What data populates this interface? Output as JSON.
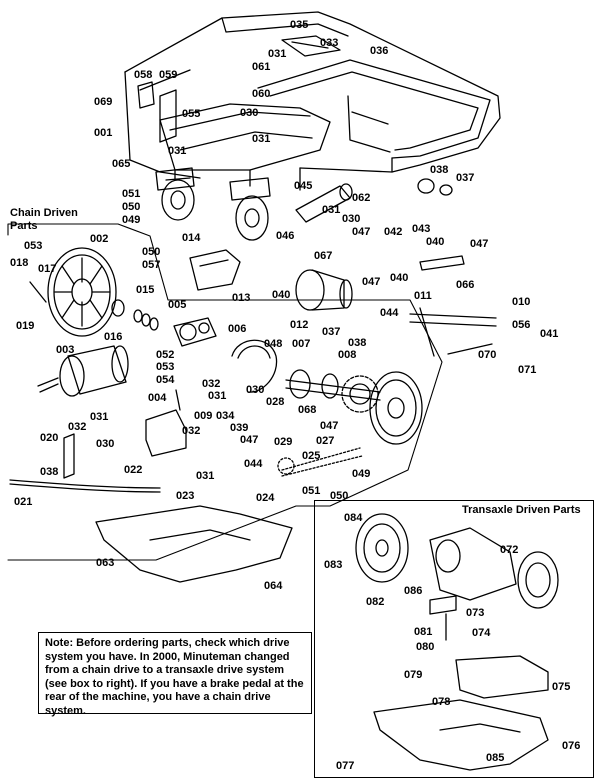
{
  "sections": {
    "chain_title": "Chain Driven Parts",
    "transaxle_title": "Transaxle Driven Parts"
  },
  "note": "Note:  Before ordering parts, check which drive system you have.  In 2000, Minuteman changed from a chain drive to a transaxle drive system (see box to right).  If you have a brake pedal at the rear of the machine, you have a chain drive system.",
  "part_labels": [
    {
      "id": "035",
      "pos": "p035"
    },
    {
      "id": "033",
      "pos": "p033"
    },
    {
      "id": "036",
      "pos": "p036"
    },
    {
      "id": "031",
      "pos": "p031a"
    },
    {
      "id": "061",
      "pos": "p061"
    },
    {
      "id": "058",
      "pos": "p058"
    },
    {
      "id": "059",
      "pos": "p059"
    },
    {
      "id": "069",
      "pos": "p069"
    },
    {
      "id": "060",
      "pos": "p060"
    },
    {
      "id": "055",
      "pos": "p055"
    },
    {
      "id": "030",
      "pos": "p030a"
    },
    {
      "id": "001",
      "pos": "p001"
    },
    {
      "id": "031",
      "pos": "p031b"
    },
    {
      "id": "031",
      "pos": "p031c"
    },
    {
      "id": "065",
      "pos": "p065"
    },
    {
      "id": "038",
      "pos": "p038a"
    },
    {
      "id": "037",
      "pos": "p037a"
    },
    {
      "id": "045",
      "pos": "p045"
    },
    {
      "id": "051",
      "pos": "p051a"
    },
    {
      "id": "050",
      "pos": "p050a"
    },
    {
      "id": "049",
      "pos": "p049a"
    },
    {
      "id": "062",
      "pos": "p062"
    },
    {
      "id": "031",
      "pos": "p031d"
    },
    {
      "id": "030",
      "pos": "p030b"
    },
    {
      "id": "047",
      "pos": "p047a"
    },
    {
      "id": "042",
      "pos": "p042"
    },
    {
      "id": "043",
      "pos": "p043"
    },
    {
      "id": "040",
      "pos": "p040a"
    },
    {
      "id": "047",
      "pos": "p047b"
    },
    {
      "id": "046",
      "pos": "p046"
    },
    {
      "id": "014",
      "pos": "p014"
    },
    {
      "id": "053",
      "pos": "p053a"
    },
    {
      "id": "002",
      "pos": "p002"
    },
    {
      "id": "018",
      "pos": "p018"
    },
    {
      "id": "017",
      "pos": "p017"
    },
    {
      "id": "050",
      "pos": "p050b"
    },
    {
      "id": "057",
      "pos": "p057"
    },
    {
      "id": "067",
      "pos": "p067"
    },
    {
      "id": "040",
      "pos": "p040b"
    },
    {
      "id": "066",
      "pos": "p066"
    },
    {
      "id": "047",
      "pos": "p047c"
    },
    {
      "id": "011",
      "pos": "p011"
    },
    {
      "id": "015",
      "pos": "p015"
    },
    {
      "id": "013",
      "pos": "p013"
    },
    {
      "id": "040",
      "pos": "p040c"
    },
    {
      "id": "019",
      "pos": "p019"
    },
    {
      "id": "016",
      "pos": "p016"
    },
    {
      "id": "005",
      "pos": "p005"
    },
    {
      "id": "044",
      "pos": "p044"
    },
    {
      "id": "010",
      "pos": "p010"
    },
    {
      "id": "012",
      "pos": "p012"
    },
    {
      "id": "037",
      "pos": "p037b"
    },
    {
      "id": "056",
      "pos": "p056"
    },
    {
      "id": "041",
      "pos": "p041"
    },
    {
      "id": "006",
      "pos": "p006"
    },
    {
      "id": "038",
      "pos": "p038b"
    },
    {
      "id": "003",
      "pos": "p003"
    },
    {
      "id": "048",
      "pos": "p048"
    },
    {
      "id": "007",
      "pos": "p007"
    },
    {
      "id": "070",
      "pos": "p070"
    },
    {
      "id": "052",
      "pos": "p052"
    },
    {
      "id": "008",
      "pos": "p008"
    },
    {
      "id": "071",
      "pos": "p071"
    },
    {
      "id": "053",
      "pos": "p053b"
    },
    {
      "id": "054",
      "pos": "p054"
    },
    {
      "id": "032",
      "pos": "p032a"
    },
    {
      "id": "030",
      "pos": "p030c"
    },
    {
      "id": "004",
      "pos": "p004"
    },
    {
      "id": "031",
      "pos": "p031e"
    },
    {
      "id": "028",
      "pos": "p028"
    },
    {
      "id": "009",
      "pos": "p009"
    },
    {
      "id": "034",
      "pos": "p034"
    },
    {
      "id": "068",
      "pos": "p068"
    },
    {
      "id": "039",
      "pos": "p039"
    },
    {
      "id": "047",
      "pos": "p047d"
    },
    {
      "id": "032",
      "pos": "p032b"
    },
    {
      "id": "031",
      "pos": "p031f"
    },
    {
      "id": "047",
      "pos": "p047e"
    },
    {
      "id": "027",
      "pos": "p027"
    },
    {
      "id": "029",
      "pos": "p029"
    },
    {
      "id": "020",
      "pos": "p020"
    },
    {
      "id": "030",
      "pos": "p030d"
    },
    {
      "id": "025",
      "pos": "p025"
    },
    {
      "id": "032",
      "pos": "p032c"
    },
    {
      "id": "030",
      "pos": "p030e"
    },
    {
      "id": "038",
      "pos": "p038c"
    },
    {
      "id": "022",
      "pos": "p022"
    },
    {
      "id": "031",
      "pos": "p031g"
    },
    {
      "id": "044",
      "pos": "p044b"
    },
    {
      "id": "049",
      "pos": "p049b"
    },
    {
      "id": "023",
      "pos": "p023"
    },
    {
      "id": "024",
      "pos": "p024"
    },
    {
      "id": "051",
      "pos": "p051b"
    },
    {
      "id": "050",
      "pos": "p050c"
    },
    {
      "id": "021",
      "pos": "p021"
    },
    {
      "id": "063",
      "pos": "p063"
    },
    {
      "id": "064",
      "pos": "p064"
    },
    {
      "id": "084",
      "pos": "p084"
    },
    {
      "id": "083",
      "pos": "p083"
    },
    {
      "id": "072",
      "pos": "p072"
    },
    {
      "id": "086",
      "pos": "p086"
    },
    {
      "id": "082",
      "pos": "p082"
    },
    {
      "id": "073",
      "pos": "p073"
    },
    {
      "id": "081",
      "pos": "p081"
    },
    {
      "id": "074",
      "pos": "p074"
    },
    {
      "id": "080",
      "pos": "p080"
    },
    {
      "id": "079",
      "pos": "p079"
    },
    {
      "id": "075",
      "pos": "p075"
    },
    {
      "id": "078",
      "pos": "p078"
    },
    {
      "id": "076",
      "pos": "p076"
    },
    {
      "id": "077",
      "pos": "p077"
    },
    {
      "id": "085",
      "pos": "p085"
    }
  ]
}
